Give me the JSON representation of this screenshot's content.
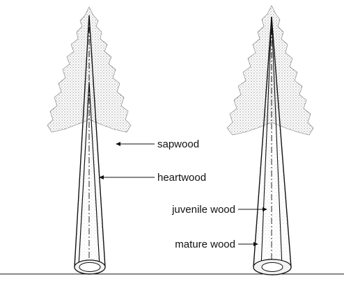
{
  "labels": {
    "sapwood": "sapwood",
    "heartwood": "heartwood",
    "juvenile_wood": "juvenile wood",
    "mature_wood": "mature wood"
  },
  "colors": {
    "ink": "#111111",
    "foliage_stipple": "#8a8a8a",
    "wood_stipple": "#cfcfcf",
    "background": "#ffffff"
  },
  "trees": [
    {
      "name": "tree-sapwood-heartwood",
      "regions": [
        "sapwood",
        "heartwood"
      ]
    },
    {
      "name": "tree-juvenile-mature",
      "regions": [
        "juvenile wood",
        "mature wood"
      ]
    }
  ]
}
